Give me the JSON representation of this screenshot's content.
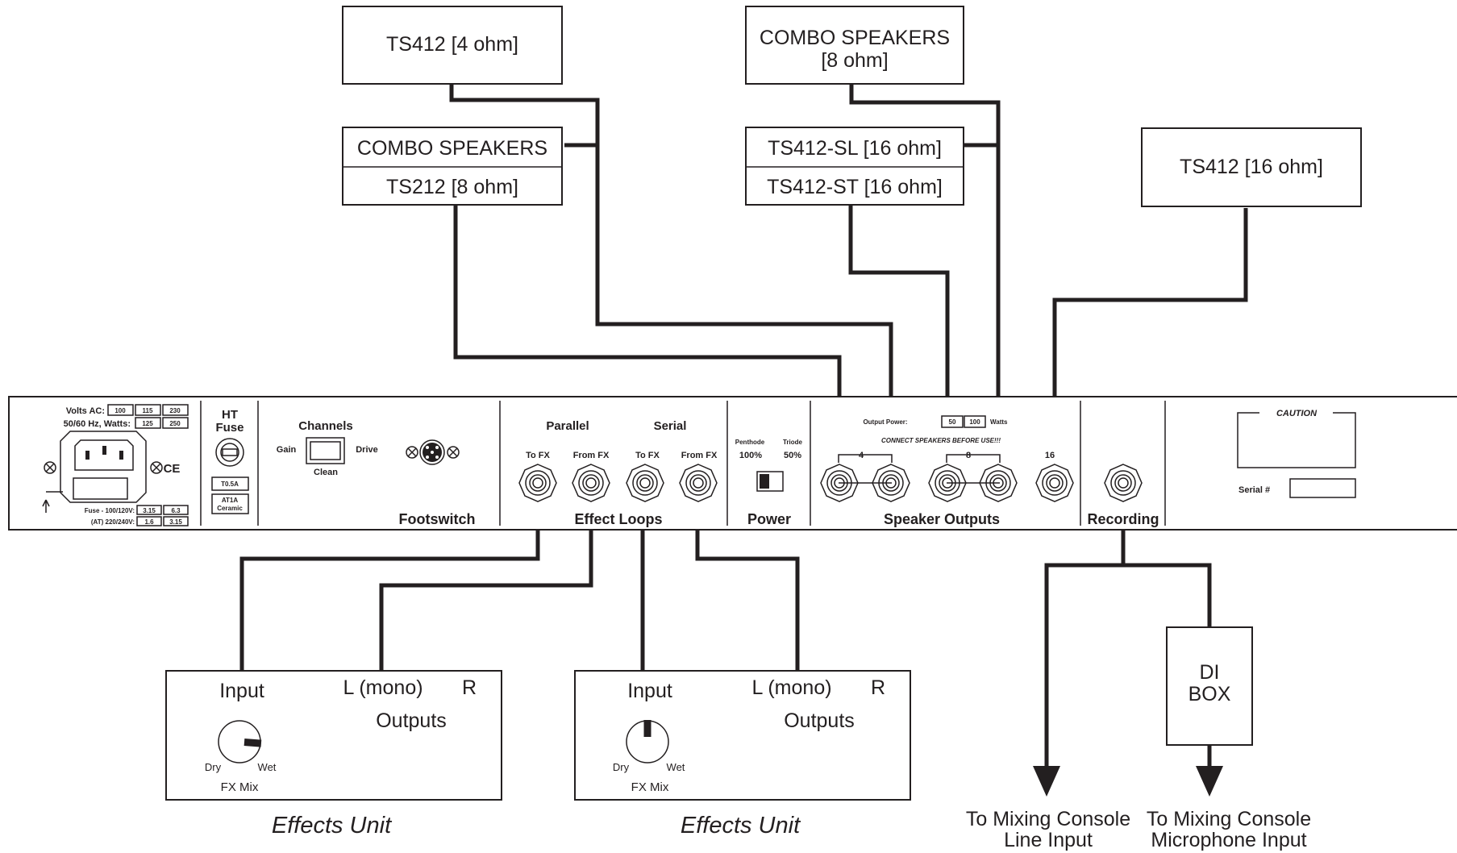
{
  "speaker_boxes": {
    "ts412_4ohm": "TS412 [4 ohm]",
    "combo_top_line1": "COMBO SPEAKERS",
    "combo_top_line2": "[8 ohm]",
    "combo_left": "COMBO SPEAKERS",
    "ts212": "TS212 [8 ohm]",
    "ts412_sl": "TS412-SL [16 ohm]",
    "ts412_st": "TS412-ST [16 ohm]",
    "ts412_16ohm": "TS412 [16 ohm]"
  },
  "panel": {
    "volts_ac_label": "Volts AC:",
    "volts_values": [
      "100",
      "115",
      "230"
    ],
    "watts_label": "50/60 Hz, Watts:",
    "watts_values": [
      "125",
      "250"
    ],
    "ce_mark": "CE",
    "fuse_label_1": "Fuse - 100/120V:",
    "fuse_values_1": [
      "3.15",
      "6.3"
    ],
    "fuse_label_2": "(AT)  220/240V:",
    "fuse_values_2": [
      "1.6",
      "3.15"
    ],
    "ht_label": "HT",
    "fuse_label": "Fuse",
    "fuse_rating": "T0.5A",
    "fuse_type_1": "AT1A",
    "fuse_type_2": "Ceramic",
    "channels_label": "Channels",
    "gain_label": "Gain",
    "drive_label": "Drive",
    "clean_label": "Clean",
    "footswitch_label": "Footswitch",
    "parallel_label": "Parallel",
    "serial_label": "Serial",
    "to_fx_label": "To FX",
    "from_fx_label": "From FX",
    "effect_loops_label": "Effect Loops",
    "pentode_label": "Penthode",
    "triode_label": "Triode",
    "pentode_value": "100%",
    "triode_value": "50%",
    "power_label": "Power",
    "output_power_label": "Output Power:",
    "output_power_values": [
      "50",
      "100"
    ],
    "watts_unit": "Watts",
    "connect_warning": "CONNECT SPEAKERS BEFORE USE!!!",
    "ohm_4": "4",
    "ohm_8": "8",
    "ohm_16": "16",
    "speaker_outputs_label": "Speaker Outputs",
    "recording_label": "Recording",
    "caution_label": "CAUTION",
    "serial_label_field": "Serial #"
  },
  "effects_units": [
    {
      "input_label": "Input",
      "l_mono_label": "L (mono)",
      "r_label": "R",
      "outputs_label": "Outputs",
      "dry_label": "Dry",
      "wet_label": "Wet",
      "fx_mix_label": "FX Mix",
      "caption": "Effects Unit",
      "knob_mix_fraction": 0.85
    },
    {
      "input_label": "Input",
      "l_mono_label": "L (mono)",
      "r_label": "R",
      "outputs_label": "Outputs",
      "dry_label": "Dry",
      "wet_label": "Wet",
      "fx_mix_label": "FX Mix",
      "caption": "Effects Unit",
      "knob_mix_fraction": 0.5
    }
  ],
  "di_box": {
    "line1": "DI",
    "line2": "BOX"
  },
  "destinations": {
    "line_input_1": "To Mixing Console",
    "line_input_2": "Line Input",
    "mic_input_1": "To Mixing Console",
    "mic_input_2": "Microphone Input"
  }
}
